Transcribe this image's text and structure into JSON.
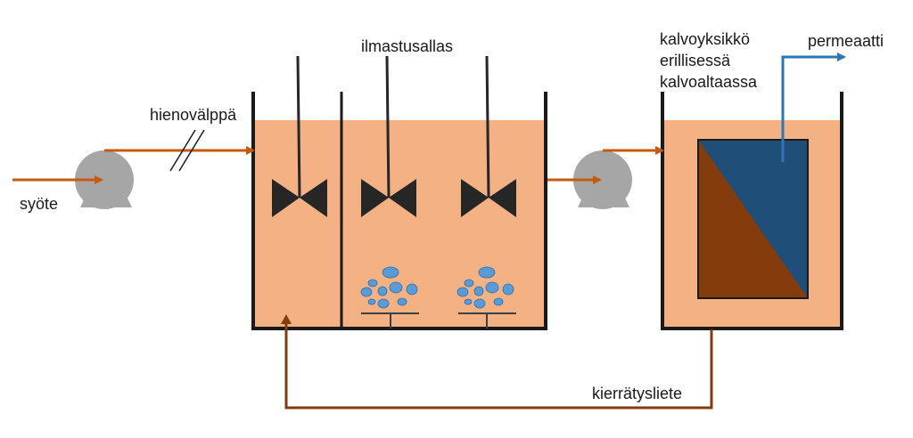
{
  "labels": {
    "feed": "syöte",
    "fine_screen": "hienovälppä",
    "aeration_basin": "ilmastusallas",
    "membrane_unit_line1": "kalvoyksikkö",
    "membrane_unit_line2": "erillisessä",
    "membrane_unit_line3": "kalvoaltaassa",
    "permeate": "permeaatti",
    "return_sludge": "kierrätysliete"
  },
  "colors": {
    "liquid": "#f4b183",
    "flow_arrow": "#c55a11",
    "return_line": "#843c0c",
    "pump": "#a6a6a6",
    "tank_wall": "#1a1a1a",
    "mixer": "#262626",
    "bubbles": "#5b9bd5",
    "membrane_dark": "#1f4e79",
    "membrane_brown": "#843c0c",
    "permeate_line": "#2e75b6"
  },
  "icons": [
    "pump-icon",
    "mixer-icon",
    "diffuser-icon",
    "membrane-module-icon"
  ]
}
